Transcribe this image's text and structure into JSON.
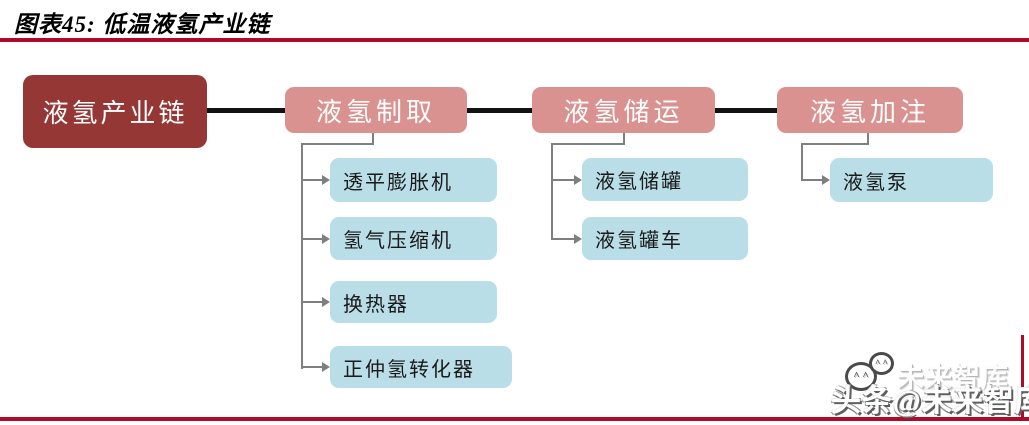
{
  "figure": {
    "title": "图表45: 低温液氢产业链"
  },
  "colors": {
    "rule_red": "#B00A28",
    "root_box": "#953735",
    "branch_box": "#D99290",
    "leaf_box": "#B9DEE8",
    "spine_black": "#121212",
    "connector_gray": "#7F7F7F"
  },
  "diagram": {
    "root": {
      "label": "液氢产业链"
    },
    "branches": [
      {
        "label": "液氢制取",
        "children": [
          "透平膨胀机",
          "氢气压缩机",
          "换热器",
          "正仲氢转化器"
        ]
      },
      {
        "label": "液氢储运",
        "children": [
          "液氢储罐",
          "液氢罐车"
        ]
      },
      {
        "label": "液氢加注",
        "children": [
          "液氢泵"
        ]
      }
    ]
  },
  "watermark": {
    "ghost_text": "未来智库",
    "main_text": "头条@未来智库",
    "logo": "chat-bubbles-icon",
    "bubble_eyes": "^ ^"
  }
}
